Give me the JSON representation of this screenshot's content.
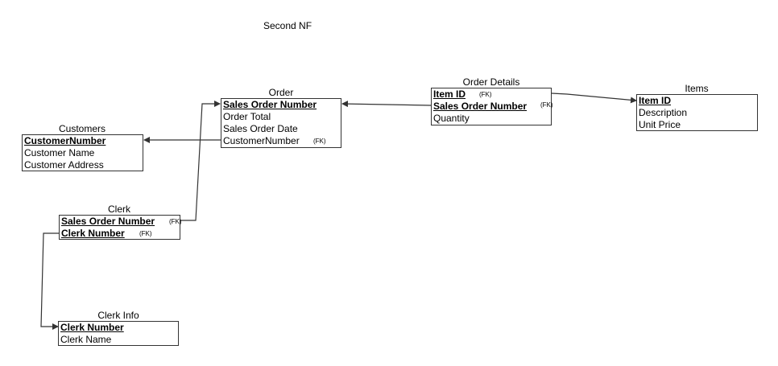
{
  "diagram_title": "Second NF",
  "entities": {
    "order": {
      "name": "Order",
      "rows": [
        "Sales Order Number",
        "Order Total",
        "Sales Order Date",
        "CustomerNumber"
      ],
      "fk_marker": "(FK)"
    },
    "order_details": {
      "name": "Order Details",
      "rows": [
        "Item ID",
        "Sales Order Number",
        "Quantity"
      ],
      "fk_marker": "(FK)"
    },
    "items": {
      "name": "Items",
      "rows": [
        "Item ID",
        "Description",
        "Unit Price"
      ]
    },
    "customers": {
      "name": "Customers",
      "rows": [
        "CustomerNumber",
        "Customer Name",
        "Customer Address"
      ]
    },
    "clerk": {
      "name": "Clerk",
      "rows": [
        "Sales Order Number",
        "Clerk Number"
      ],
      "fk_marker": "(FK)"
    },
    "clerk_info": {
      "name": "Clerk Info",
      "rows": [
        "Clerk Number",
        "Clerk Name"
      ]
    }
  },
  "colors": {
    "line": "#333333",
    "text": "#000000",
    "background": "#ffffff"
  }
}
